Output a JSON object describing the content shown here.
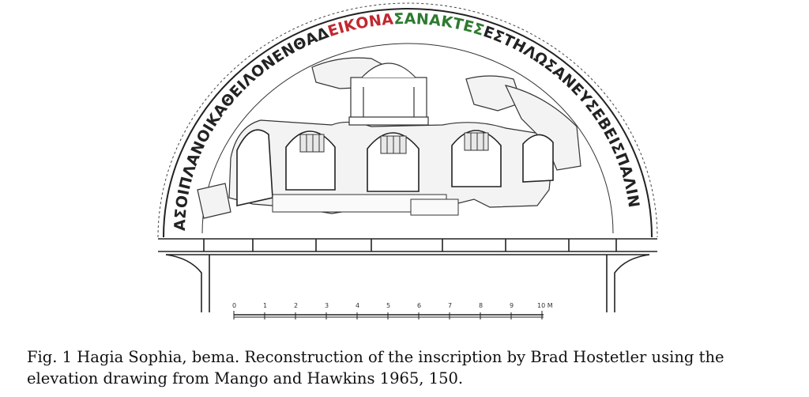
{
  "figure": {
    "inscription": {
      "part1": "ΑΣΟΙΠΛΑΝΟΙΚΑΘΕΙΛΟΝΕΝΘΑΔ",
      "part2": "ΕΙΚΟΝΑ",
      "part3": "ΣΑΝΑΚΤΕΣ",
      "part4": "ΕΣΤΗΛΩΣΑΝΕΥΣΕΒΕΙΣΠΑΛΙΝ"
    },
    "colors": {
      "part2": "#c0282f",
      "part3": "#2d7a2f",
      "drawing": "#222222"
    },
    "scale": {
      "labels": [
        "0",
        "1",
        "2",
        "3",
        "4",
        "5",
        "6",
        "7",
        "8",
        "9",
        "10 M"
      ]
    }
  },
  "caption": {
    "line1": "Fig. 1 Hagia Sophia, bema. Reconstruction of the inscription by Brad Hostetler using the",
    "line2": "elevation drawing from Mango and Hawkins 1965, 150."
  }
}
